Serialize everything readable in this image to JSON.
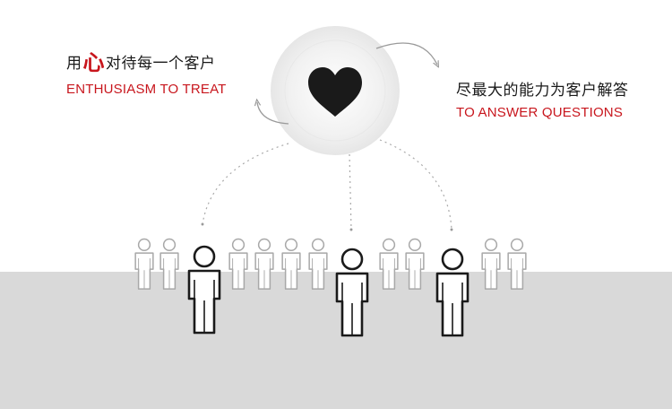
{
  "left_caption": {
    "cn_before": "用",
    "cn_highlight": "心",
    "cn_after": "对待每一个客户",
    "en": "ENTHUSIASM TO TREAT"
  },
  "right_caption": {
    "cn": "尽最大的能力为客户解答",
    "en": "TO ANSWER QUESTIONS"
  },
  "icons": {
    "center": "heart-icon",
    "people": "person-icon"
  },
  "colors": {
    "accent_red": "#c8161d",
    "ground_gray": "#d9d9d9",
    "heart": "#1a1a1a"
  }
}
